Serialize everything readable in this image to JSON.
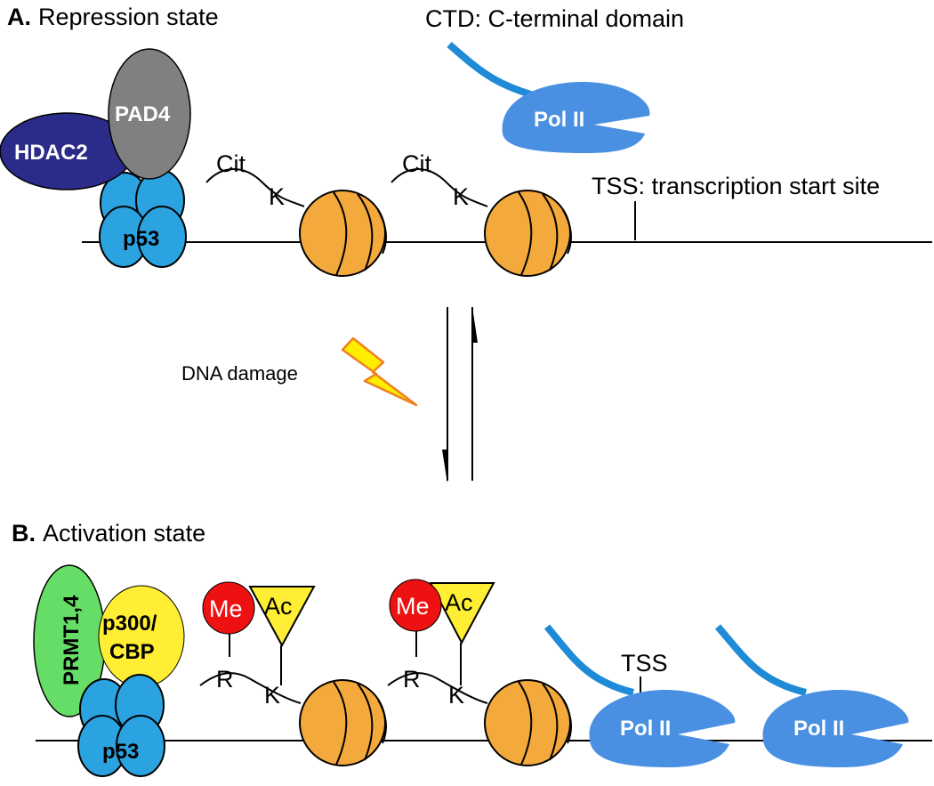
{
  "panel_a": {
    "letter": "A.",
    "title": "Repression state",
    "ctd_legend": "CTD: C-terminal domain",
    "tss_legend": "TSS: transcription start site",
    "proteins": {
      "hdac2": "HDAC2",
      "pad4": "PAD4",
      "p53": "p53",
      "pol2": "Pol II"
    },
    "marks": {
      "cit": "Cit",
      "lysine": "K"
    }
  },
  "transition": {
    "label": "DNA damage"
  },
  "panel_b": {
    "letter": "B.",
    "title": "Activation state",
    "proteins": {
      "prmt": "PRMT1,4",
      "p300_line1": "p300/",
      "p300_line2": "CBP",
      "p53": "p53",
      "pol2": "Pol II"
    },
    "marks": {
      "methyl": "Me",
      "acetyl": "Ac",
      "arginine": "R",
      "lysine": "K"
    },
    "tss_short": "TSS"
  },
  "colors": {
    "nucleosome": "#f4a93c",
    "p53": "#2ba3e0",
    "pol2": "#4a90e2",
    "hdac2": "#2b2b8a",
    "pad4": "#808080",
    "prmt": "#66dd66",
    "p300": "#ffee33",
    "methyl": "#ee1111",
    "acetyl": "#ffee33",
    "lightning": "#ffee00"
  }
}
